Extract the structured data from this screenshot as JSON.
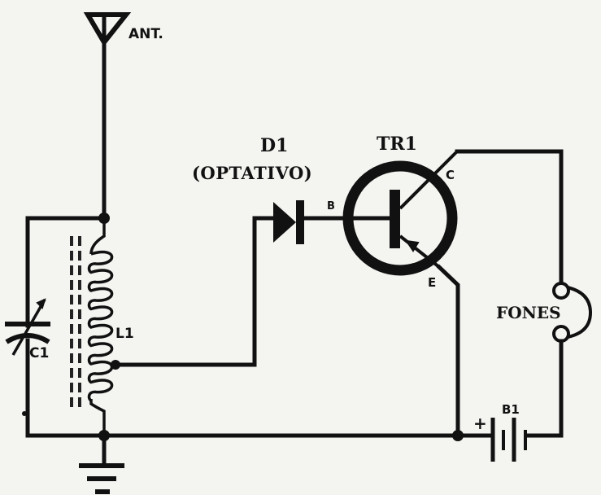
{
  "diagram": {
    "type": "circuit-schematic",
    "title": "Single-transistor radio receiver",
    "labels": {
      "antenna": "ANT.",
      "diode": "D1",
      "diode_note": "(OPTATIVO)",
      "transistor": "TR1",
      "base": "B",
      "collector": "C",
      "emitter": "E",
      "coil": "L1",
      "capacitor": "C1",
      "headphones": "FONES",
      "battery": "B1",
      "battery_polarity": "+"
    },
    "components": [
      {
        "id": "ANT",
        "kind": "antenna"
      },
      {
        "id": "C1",
        "kind": "variable-capacitor"
      },
      {
        "id": "L1",
        "kind": "inductor-with-core-and-tap"
      },
      {
        "id": "D1",
        "kind": "diode",
        "note": "optional"
      },
      {
        "id": "TR1",
        "kind": "pnp-transistor"
      },
      {
        "id": "FONES",
        "kind": "headphones"
      },
      {
        "id": "B1",
        "kind": "battery"
      },
      {
        "id": "GND",
        "kind": "ground"
      }
    ],
    "colors": {
      "ink": "#111111",
      "paper": "#f4f4f1"
    }
  }
}
